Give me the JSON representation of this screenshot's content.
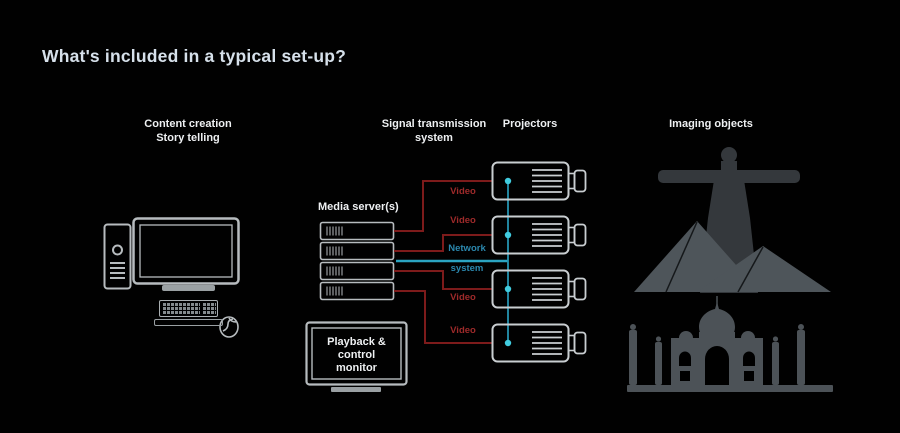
{
  "title": "What's included in a typical set-up?",
  "sections": {
    "content_creation": {
      "line1": "Content creation",
      "line2": "Story telling"
    },
    "signal_transmission": {
      "line1": "Signal transmission",
      "line2": "system"
    },
    "projectors_label": "Projectors",
    "imaging_objects_label": "Imaging objects"
  },
  "diagram": {
    "media_servers": {
      "label": "Media server(s)",
      "count": 4
    },
    "connections": {
      "video_labels": [
        "Video",
        "Video",
        "Video",
        "Video"
      ],
      "network": {
        "line1": "Network",
        "line2": "system"
      }
    },
    "playback_monitor": {
      "line1": "Playback &",
      "line2": "control",
      "line3": "monitor"
    },
    "projectors": {
      "count": 4
    },
    "imaging_object_icons": [
      "christ-redeemer-and-pyramids",
      "taj-mahal"
    ]
  },
  "colors": {
    "background": "#010101",
    "title_text": "#d6e0ea",
    "header_text": "#eef0f2",
    "outline_gray": "#b7bcbf",
    "video_line": "#7d1b1b",
    "video_text": "#9e2a2a",
    "network_line": "#2ba4c2",
    "network_text": "#2b87ad",
    "network_dot": "#41ccdf",
    "silhouette_dark": "#34383c",
    "silhouette_gray": "#4e555a"
  }
}
